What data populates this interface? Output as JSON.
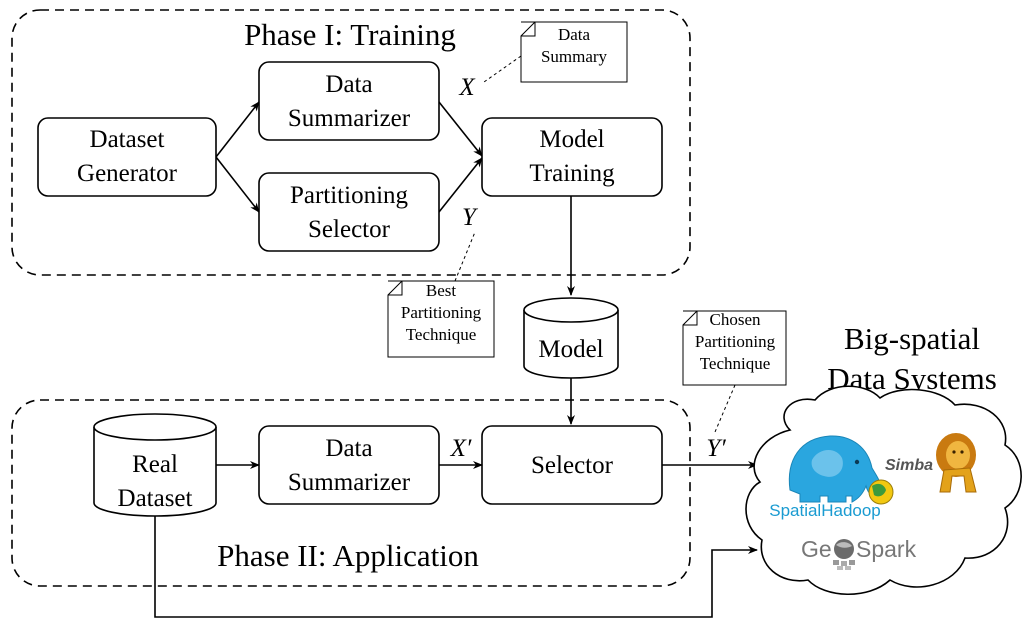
{
  "phases": {
    "training_title": "Phase I: Training",
    "application_title": "Phase II: Application"
  },
  "nodes": {
    "dataset_generator": [
      "Dataset",
      "Generator"
    ],
    "data_summarizer_train": [
      "Data",
      "Summarizer"
    ],
    "partitioning_selector": [
      "Partitioning",
      "Selector"
    ],
    "model_training": [
      "Model",
      "Training"
    ],
    "model": "Model",
    "real_dataset": [
      "Real",
      "Dataset"
    ],
    "data_summarizer_app": [
      "Data",
      "Summarizer"
    ],
    "selector": "Selector"
  },
  "notes": {
    "data_summary": [
      "Data",
      "Summary"
    ],
    "best_partitioning": [
      "Best",
      "Partitioning",
      "Technique"
    ],
    "chosen_partitioning": [
      "Chosen",
      "Partitioning",
      "Technique"
    ]
  },
  "edge_labels": {
    "x": "X",
    "y": "Y",
    "x_prime": "X′",
    "y_prime": "Y′"
  },
  "systems": {
    "title": [
      "Big-spatial",
      "Data Systems"
    ],
    "spatialhadoop": "SpatialHadoop",
    "simba": "Simba",
    "geospark": [
      "Ge",
      "Spark"
    ]
  },
  "colors": {
    "stroke": "#000000",
    "spatialhadoop": "#1a9bd1",
    "simba": "#555555",
    "geospark": "#777777",
    "lion": "#e3a21a"
  }
}
